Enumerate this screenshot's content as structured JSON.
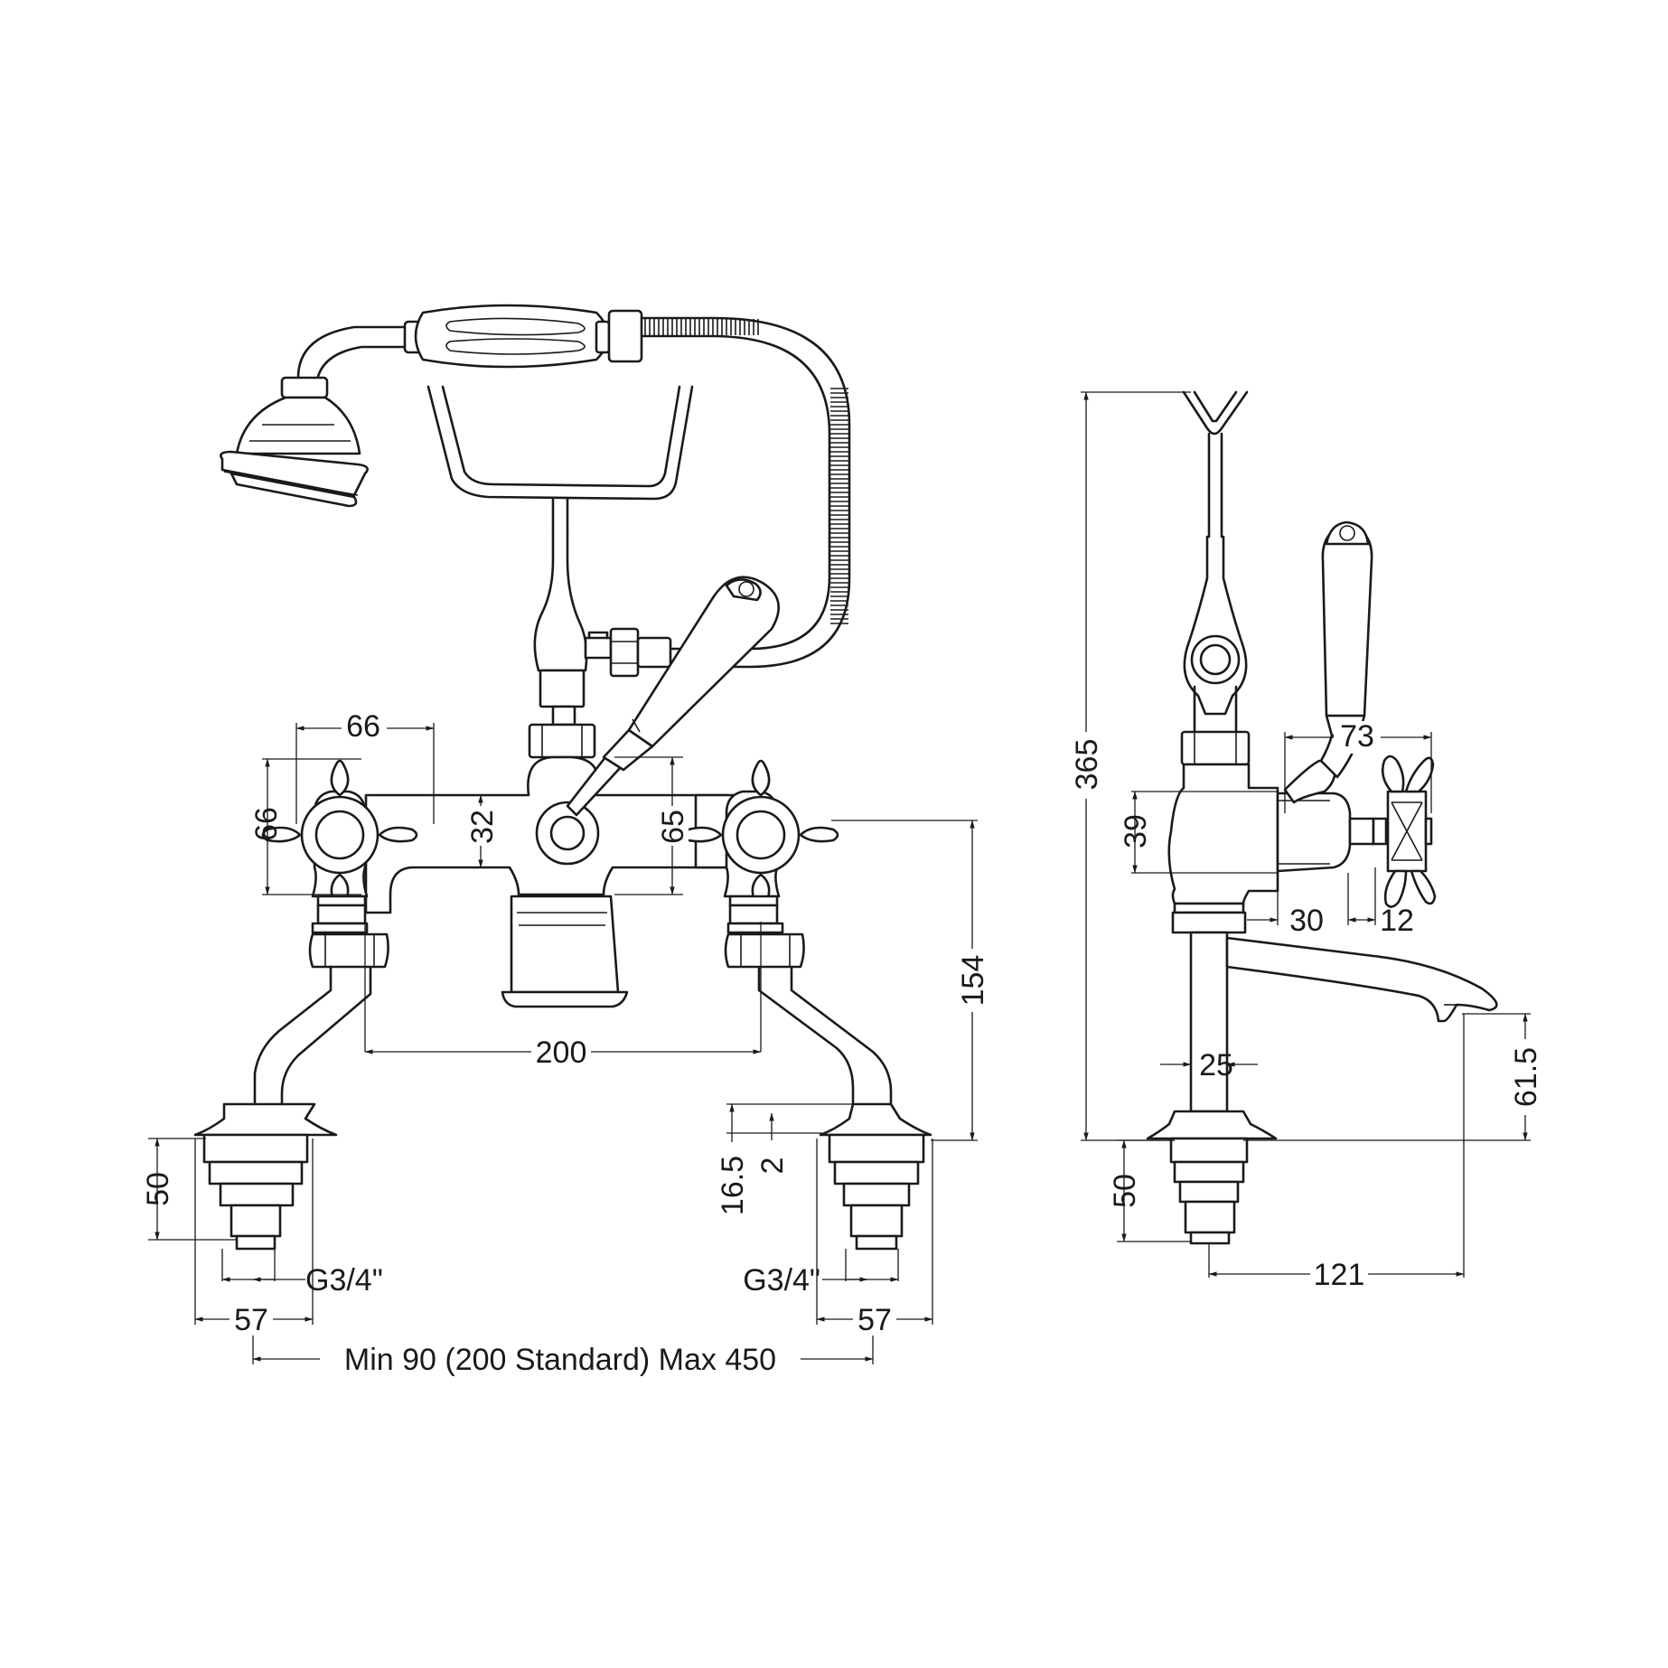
{
  "dimensions": {
    "front_top_66": "66",
    "front_left_66": "66",
    "front_32": "32",
    "front_65": "65",
    "front_154": "154",
    "front_200": "200",
    "front_50": "50",
    "front_16_5": "16.5",
    "front_2": "2",
    "front_thread_left": "G3/4\"",
    "front_thread_right": "G3/4\"",
    "front_57_left": "57",
    "front_57_right": "57",
    "front_centres": "Min 90 (200 Standard) Max 450",
    "side_365": "365",
    "side_73": "73",
    "side_39": "39",
    "side_30": "30",
    "side_12": "12",
    "side_25": "25",
    "side_61_5": "61.5",
    "side_50": "50",
    "side_121": "121"
  }
}
